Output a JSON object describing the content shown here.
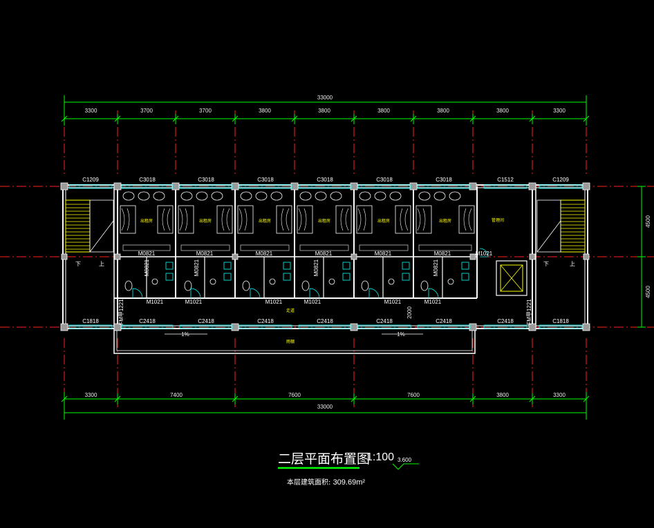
{
  "drawing": {
    "title": "二层平面布置图",
    "scale": "1:100",
    "elevation": "3.600",
    "area_label": "本层建筑面积:",
    "area_value": "309.69m²"
  },
  "dimensions": {
    "total_top": "33000",
    "total_bottom": "33000",
    "top_segments": [
      "3300",
      "3700",
      "3700",
      "3800",
      "3800",
      "3800",
      "3800",
      "3800",
      "3300"
    ],
    "bottom_segments": [
      "3300",
      "7400",
      "7600",
      "7600",
      "3800",
      "3300"
    ],
    "right_segments": [
      "4500",
      "4500"
    ],
    "corridor_width": "2000",
    "slope_left": "1%",
    "slope_right": "1%"
  },
  "windows_top": [
    "C1209",
    "C3018",
    "C3018",
    "C3018",
    "C3018",
    "C3018",
    "C3018",
    "C1512",
    "C1209"
  ],
  "windows_bottom": [
    "C1818",
    "C2418",
    "C2418",
    "C2418",
    "C2418",
    "C2418",
    "C2418",
    "C2418",
    "C1818"
  ],
  "doors_upper": [
    "M0821",
    "M0821",
    "M0821",
    "M0821",
    "M0821",
    "M0821",
    "M1021"
  ],
  "doors_vertical": [
    "M0821",
    "M0821",
    "M0821",
    "M0821"
  ],
  "doors_lower": [
    "M1021",
    "M1021",
    "M1021",
    "M1021",
    "M1021",
    "M1021"
  ],
  "fire_doors": [
    "FM甲1221",
    "FM甲1221"
  ],
  "rooms": [
    "出租房",
    "出租房",
    "出租房",
    "出租房",
    "出租房",
    "出租房"
  ],
  "rooms_other": {
    "office": "管理间",
    "corridor": "走道",
    "canopy": "雨棚"
  },
  "stair_marks": [
    "下",
    "上",
    "下",
    "上"
  ],
  "colors": {
    "background": "#000000",
    "dimension": "#00ff00",
    "axis": "#ff0000",
    "wall": "#ffffff",
    "window": "#00ffff",
    "stair": "#ffff00",
    "furniture": "#ffffff",
    "title_underline": "#00ff00"
  }
}
